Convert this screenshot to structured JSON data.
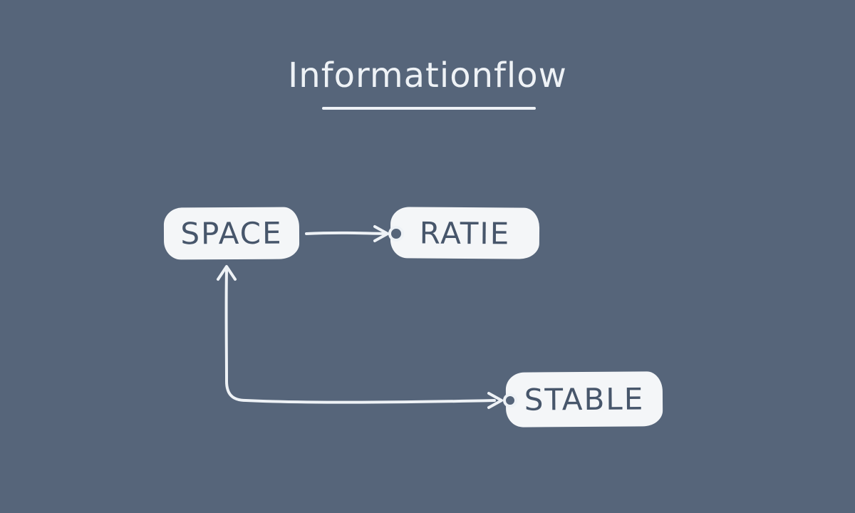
{
  "title": {
    "text": "Informationflow"
  },
  "nodes": [
    {
      "id": "space",
      "label": "SPACE"
    },
    {
      "id": "ratie",
      "label": "RATIE"
    },
    {
      "id": "stable",
      "label": "STABLE"
    }
  ],
  "edges": [
    {
      "from": "SPACE",
      "to": "RATIE",
      "arrows": "to",
      "note": "straight arrow ending at port circle on RATIE left edge"
    },
    {
      "between": [
        "SPACE",
        "STABLE"
      ],
      "arrows": "both",
      "note": "L-shaped connector: arrowhead up into SPACE bottom, arrowhead right into port circle on STABLE left edge"
    }
  ],
  "colors": {
    "bg": "#56657a",
    "ink": "#eef2f6",
    "box-fill": "#f4f6f8",
    "box-text": "#47566b"
  }
}
